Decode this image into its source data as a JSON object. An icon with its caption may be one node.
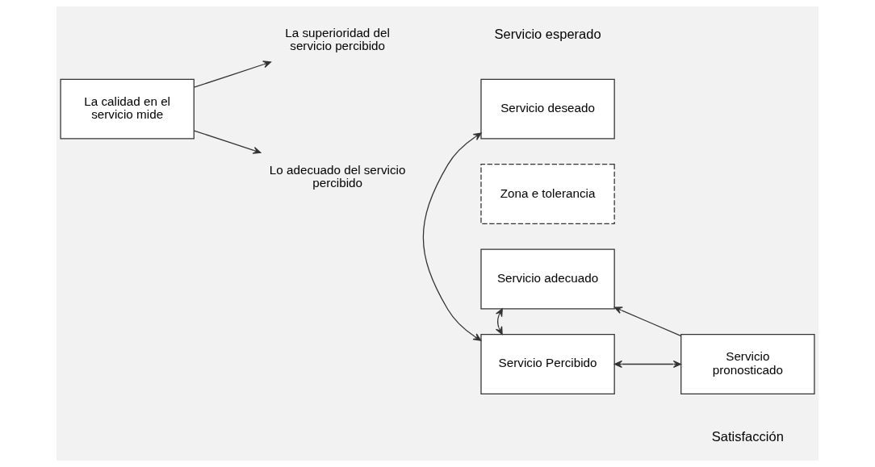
{
  "diagram": {
    "nodes": [
      {
        "text": [
          "La calidad en el servicio mide"
        ]
      },
      {
        "text": [
          "La superioridad del servicio percibido"
        ]
      },
      {
        "text": [
          "Lo adecuado del servicio percibido"
        ]
      },
      {
        "text": [
          "Servicio deseado"
        ]
      },
      {
        "text": [
          "Zona e tolerancia"
        ]
      },
      {
        "text": [
          "Servicio adecuado"
        ]
      },
      {
        "text": [
          "Servicio pronosticado"
        ]
      },
      {
        "text": [
          "Servicio Percibido"
        ]
      }
    ],
    "edges": [
      {
        "from": 0,
        "to": 1,
        "arrow": "to"
      },
      {
        "from": 0,
        "to": 2,
        "arrow": "to"
      },
      {
        "from": 7,
        "to": 3,
        "arrow": "both"
      },
      {
        "from": 7,
        "to": 5,
        "arrow": "both"
      },
      {
        "from": 6,
        "to": 5,
        "arrow": "to"
      },
      {
        "from": 7,
        "to": 6,
        "arrow": "both"
      }
    ],
    "labels": [
      "Servicio esperado",
      "Satisfacción"
    ]
  }
}
